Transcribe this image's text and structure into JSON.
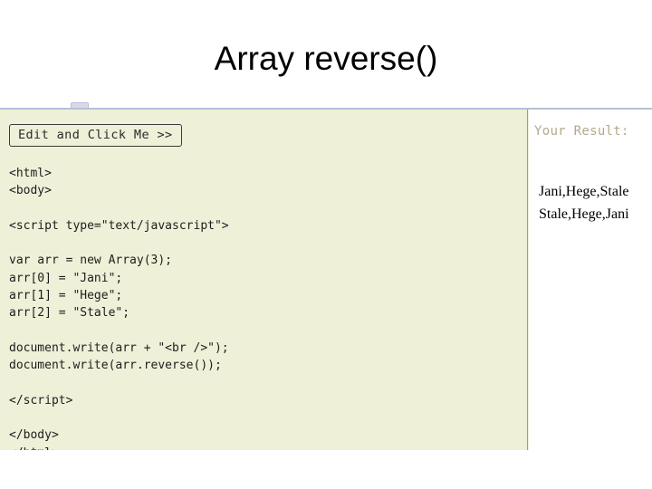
{
  "slide": {
    "title": "Array reverse()"
  },
  "tryit": {
    "edit_button_label": "Edit and Click Me >>",
    "result_title": "Your Result:",
    "code": "<html>\n<body>\n\n<script type=\"text/javascript\">\n\nvar arr = new Array(3);\narr[0] = \"Jani\";\narr[1] = \"Hege\";\narr[2] = \"Stale\";\n\ndocument.write(arr + \"<br />\");\ndocument.write(arr.reverse());\n\n</script>\n\n</body>\n</html>",
    "result_lines": "Jani,Hege,Stale\nStale,Hege,Jani"
  },
  "colors": {
    "editor_background": "#eef0d8",
    "result_title": "#b3a98a",
    "frame_border": "#b9c0d6",
    "pane_divider": "#9aa36b"
  }
}
